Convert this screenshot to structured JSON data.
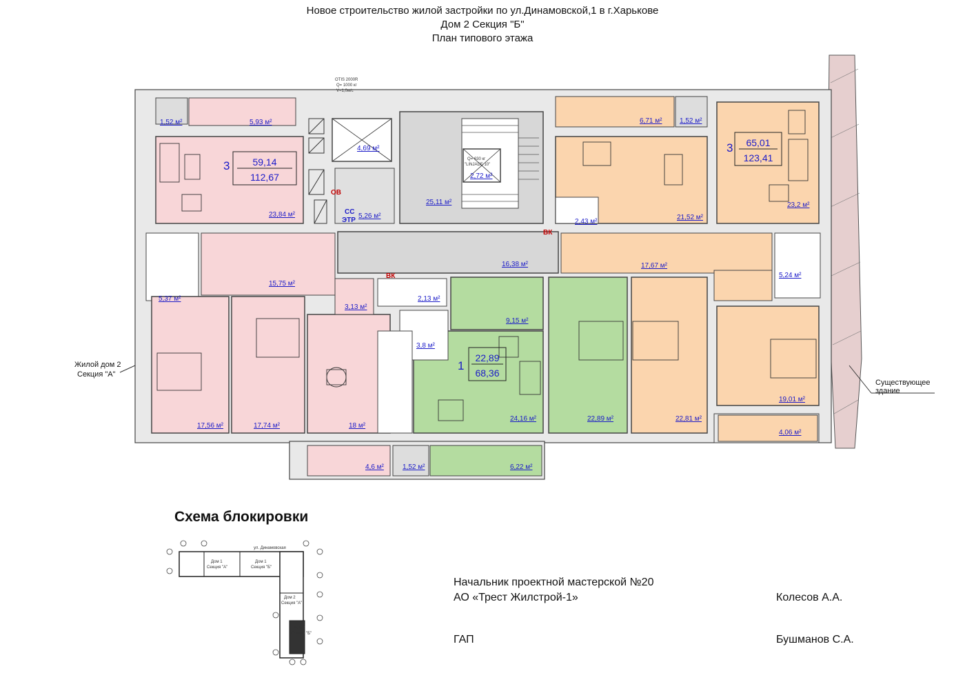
{
  "header": {
    "line1": "Новое строительство жилой застройки по ул.Динамовской,1 в г.Харькове",
    "line2": "Дом 2 Секция \"Б\"",
    "line3": "План типового этажа"
  },
  "plan": {
    "elevator_note": [
      "OTIS 2000R",
      "Q= 1000 кг",
      "V=1,0м/с"
    ],
    "lift_plate": [
      "Q= 630 кг",
      "\"LINJADE 10\""
    ],
    "apartments": [
      {
        "rooms": "3",
        "living": "59,14",
        "total": "112,67"
      },
      {
        "rooms": "3",
        "living": "65,01",
        "total": "123,41"
      },
      {
        "rooms": "1",
        "living": "22,89",
        "total": "68,36"
      }
    ],
    "areas": [
      "1,52 м²",
      "5,93 м²",
      "23,84 м²",
      "4,69 м²",
      "5,26 м²",
      "25,11 м²",
      "2,72 м²",
      "6,71 м²",
      "1,52 м²",
      "21,52 м²",
      "2,43 м²",
      "23,2 м²",
      "5,37 м²",
      "15,75 м²",
      "16,38 м²",
      "17,67 м²",
      "5,24 м²",
      "3,13 м²",
      "2,13 м²",
      "9,15 м²",
      "3,8 м²",
      "17,56 м²",
      "17,74 м²",
      "18 м²",
      "24,16 м²",
      "22,89 м²",
      "22,81 м²",
      "19,01 м²",
      "4,06 м²",
      "4,6 м²",
      "1,52 м²",
      "6,22 м²"
    ],
    "markers": {
      "ob": "ОВ",
      "ss": "СС",
      "etr": "ЭТР",
      "vk1": "ВК",
      "vk2": "ВК"
    },
    "neighbor_a": [
      "Жилой дом 2",
      "Секция \"А\""
    ],
    "existing": [
      "Существующее",
      "здание"
    ]
  },
  "scheme": {
    "title": "Схема блокировки",
    "street": "ул. Динамовская",
    "blocks": [
      {
        "name": "Дом 1",
        "section": "Секция \"А\""
      },
      {
        "name": "Дом 1",
        "section": "Секция \"Б\""
      },
      {
        "name": "Дом 2",
        "section": "Секция \"А\""
      },
      {
        "name": "Дом 2",
        "section": "Секция \"Б\""
      }
    ]
  },
  "signatures": {
    "org_line1": "Начальник проектной мастерской №20",
    "org_line2": "АО «Трест Жилстрой-1»",
    "person1": "Колесов А.А.",
    "role2": "ГАП",
    "person2": "Бушманов С.А."
  },
  "colors": {
    "pink": "#f8d6d8",
    "orange": "#fbd5ae",
    "green": "#b4dca0",
    "gray": "#d7d7d7",
    "wall": "#e5e5e5",
    "label_blue": "#1a1ac8",
    "label_red": "#c00000"
  }
}
